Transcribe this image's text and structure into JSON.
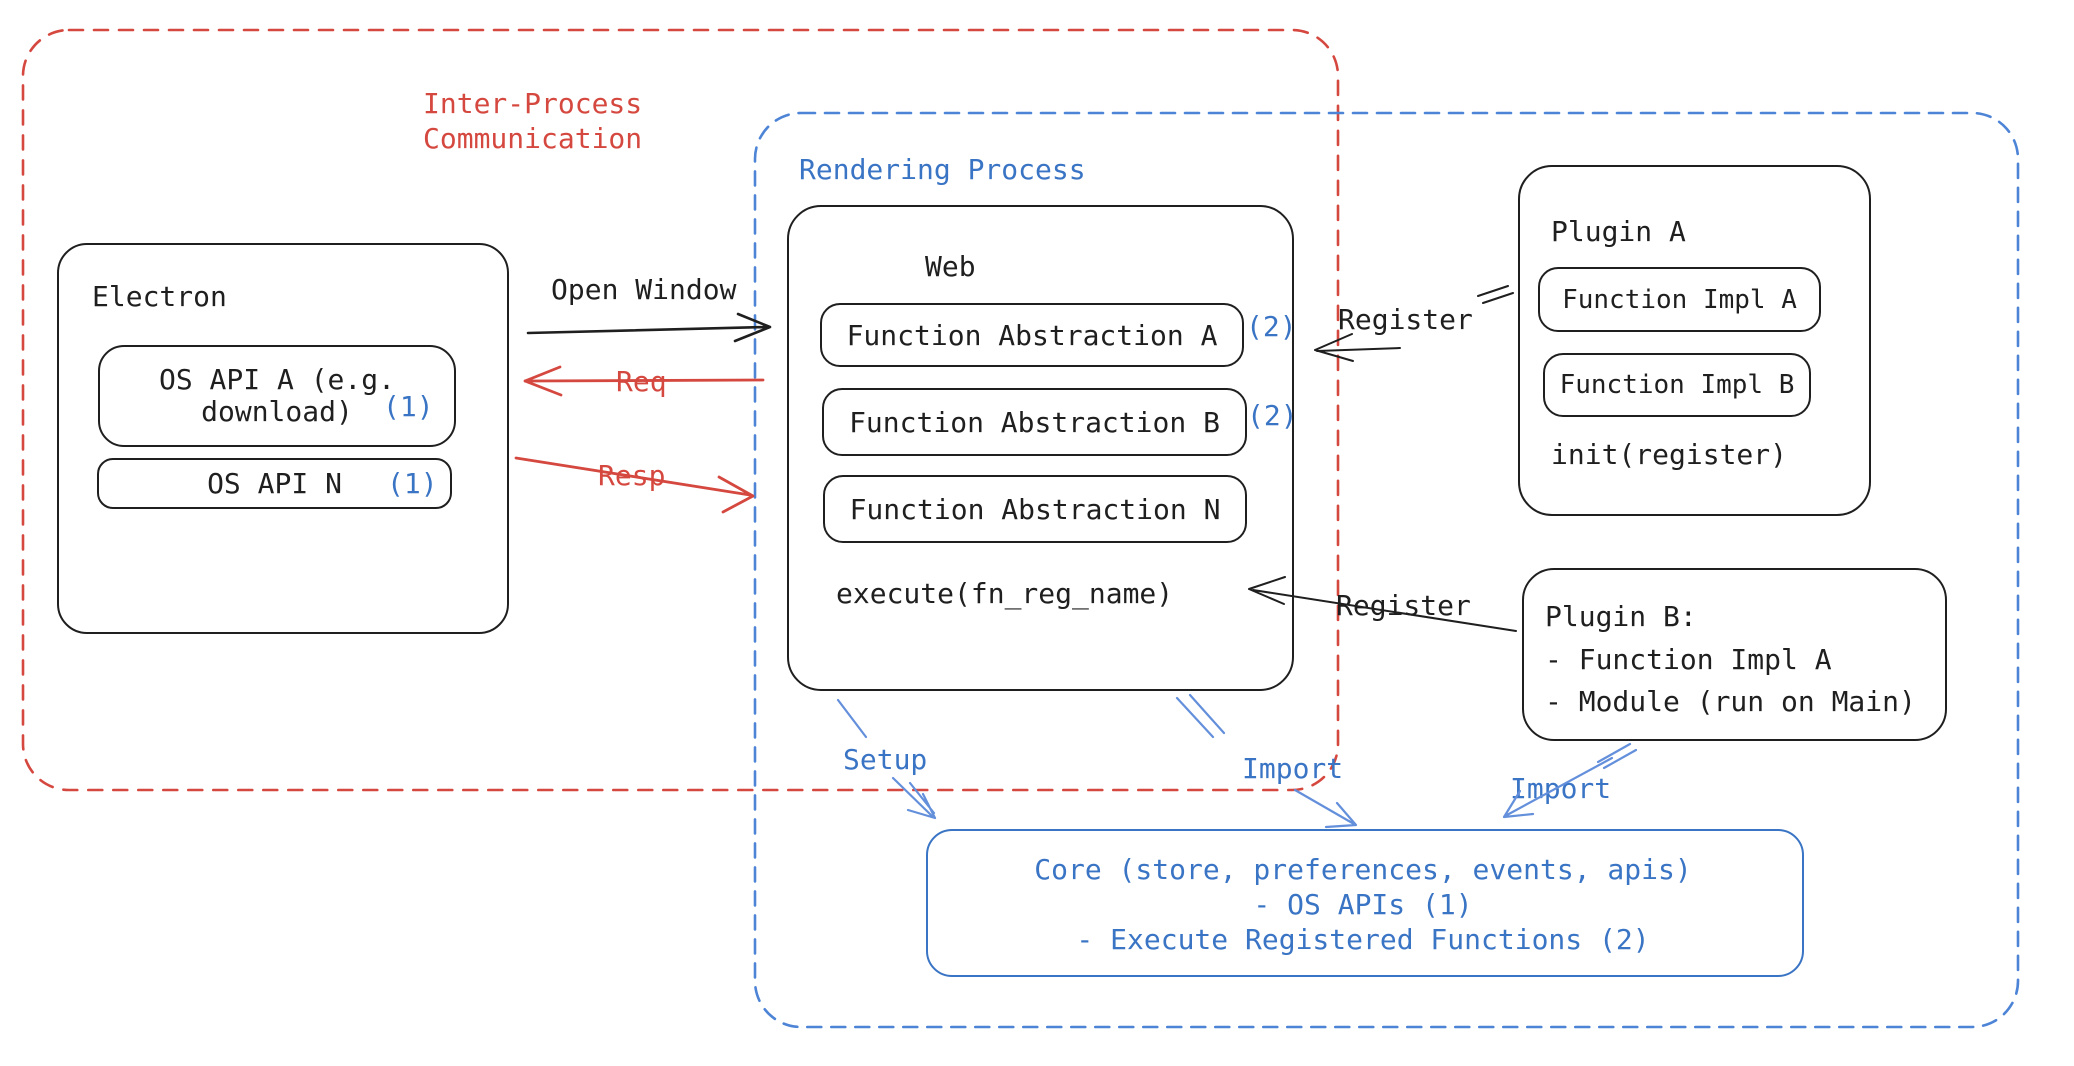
{
  "diagram": {
    "ipc_group": {
      "label_line1": "Inter-Process",
      "label_line2": "Communication"
    },
    "rendering_group": {
      "label": "Rendering Process"
    },
    "electron": {
      "title": "Electron",
      "os_api_a_line1": "OS API A (e.g.",
      "os_api_a_line2": "download)",
      "os_api_a_badge": "(1)",
      "os_api_n": "OS API N",
      "os_api_n_badge": "(1)"
    },
    "web": {
      "title": "Web",
      "fa_a": "Function Abstraction A",
      "fa_a_badge": "(2)",
      "fa_b": "Function Abstraction B",
      "fa_b_badge": "(2)",
      "fa_n": "Function Abstraction N",
      "execute": "execute(fn_reg_name)"
    },
    "plugin_a": {
      "title": "Plugin A",
      "impl_a": "Function Impl A",
      "impl_b": "Function Impl B",
      "init": "init(register)"
    },
    "plugin_b": {
      "title": "Plugin B:",
      "item_1": "- Function Impl A",
      "item_2": "- Module (run on Main)"
    },
    "core": {
      "line1": "Core (store, preferences, events, apis)",
      "line2": "- OS APIs (1)",
      "line3": "- Execute Registered Functions (2)"
    },
    "labels": {
      "open_window": "Open Window",
      "req": "Req",
      "resp": "Resp",
      "register_top": "Register",
      "register_bottom": "Register",
      "setup": "Setup",
      "import_left": "Import",
      "import_right": "Import"
    }
  },
  "colors": {
    "red": "#d5483f",
    "blue": "#3a74c4",
    "blue_dash": "#4d84d6",
    "arrow_blue": "#638fdb",
    "black": "#1f1f1f"
  }
}
